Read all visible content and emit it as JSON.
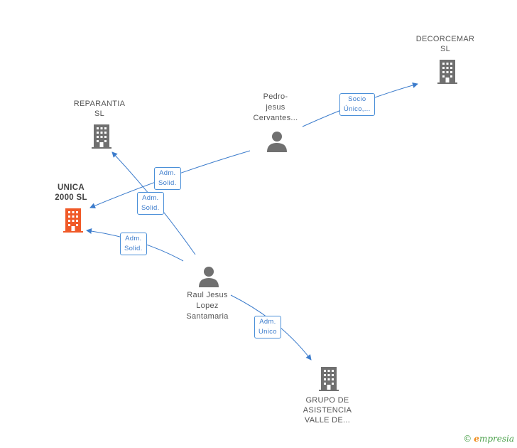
{
  "colors": {
    "edge": "#3c7ccc",
    "node_icon": "#707070",
    "focus_icon": "#f05a28"
  },
  "nodes": {
    "decorcemar": {
      "kind": "company",
      "lines": [
        "DECORCEMAR",
        "SL"
      ]
    },
    "reparantia": {
      "kind": "company",
      "lines": [
        "REPARANTIA",
        "SL"
      ]
    },
    "pedro": {
      "kind": "person",
      "lines": [
        "Pedro-",
        "jesus",
        "Cervantes..."
      ]
    },
    "unica": {
      "kind": "company",
      "focus": true,
      "lines": [
        "UNICA",
        "2000 SL"
      ]
    },
    "raul": {
      "kind": "person",
      "lines": [
        "Raul Jesus",
        "Lopez",
        "Santamaria"
      ]
    },
    "grupo": {
      "kind": "company",
      "lines": [
        "GRUPO DE",
        "ASISTENCIA",
        "VALLE DE..."
      ]
    }
  },
  "edges": [
    {
      "id": "pedro-decorcemar",
      "lines": [
        "Socio",
        "Único,..."
      ]
    },
    {
      "id": "pedro-unica",
      "lines": [
        "Adm.",
        "Solid."
      ]
    },
    {
      "id": "raul-reparantia",
      "lines": [
        "Adm.",
        "Solid."
      ]
    },
    {
      "id": "raul-unica",
      "lines": [
        "Adm.",
        "Solid."
      ]
    },
    {
      "id": "raul-grupo",
      "lines": [
        "Adm.",
        "Unico"
      ]
    }
  ],
  "brand": {
    "copyright": "©",
    "initial": "e",
    "rest": "mpresia"
  }
}
